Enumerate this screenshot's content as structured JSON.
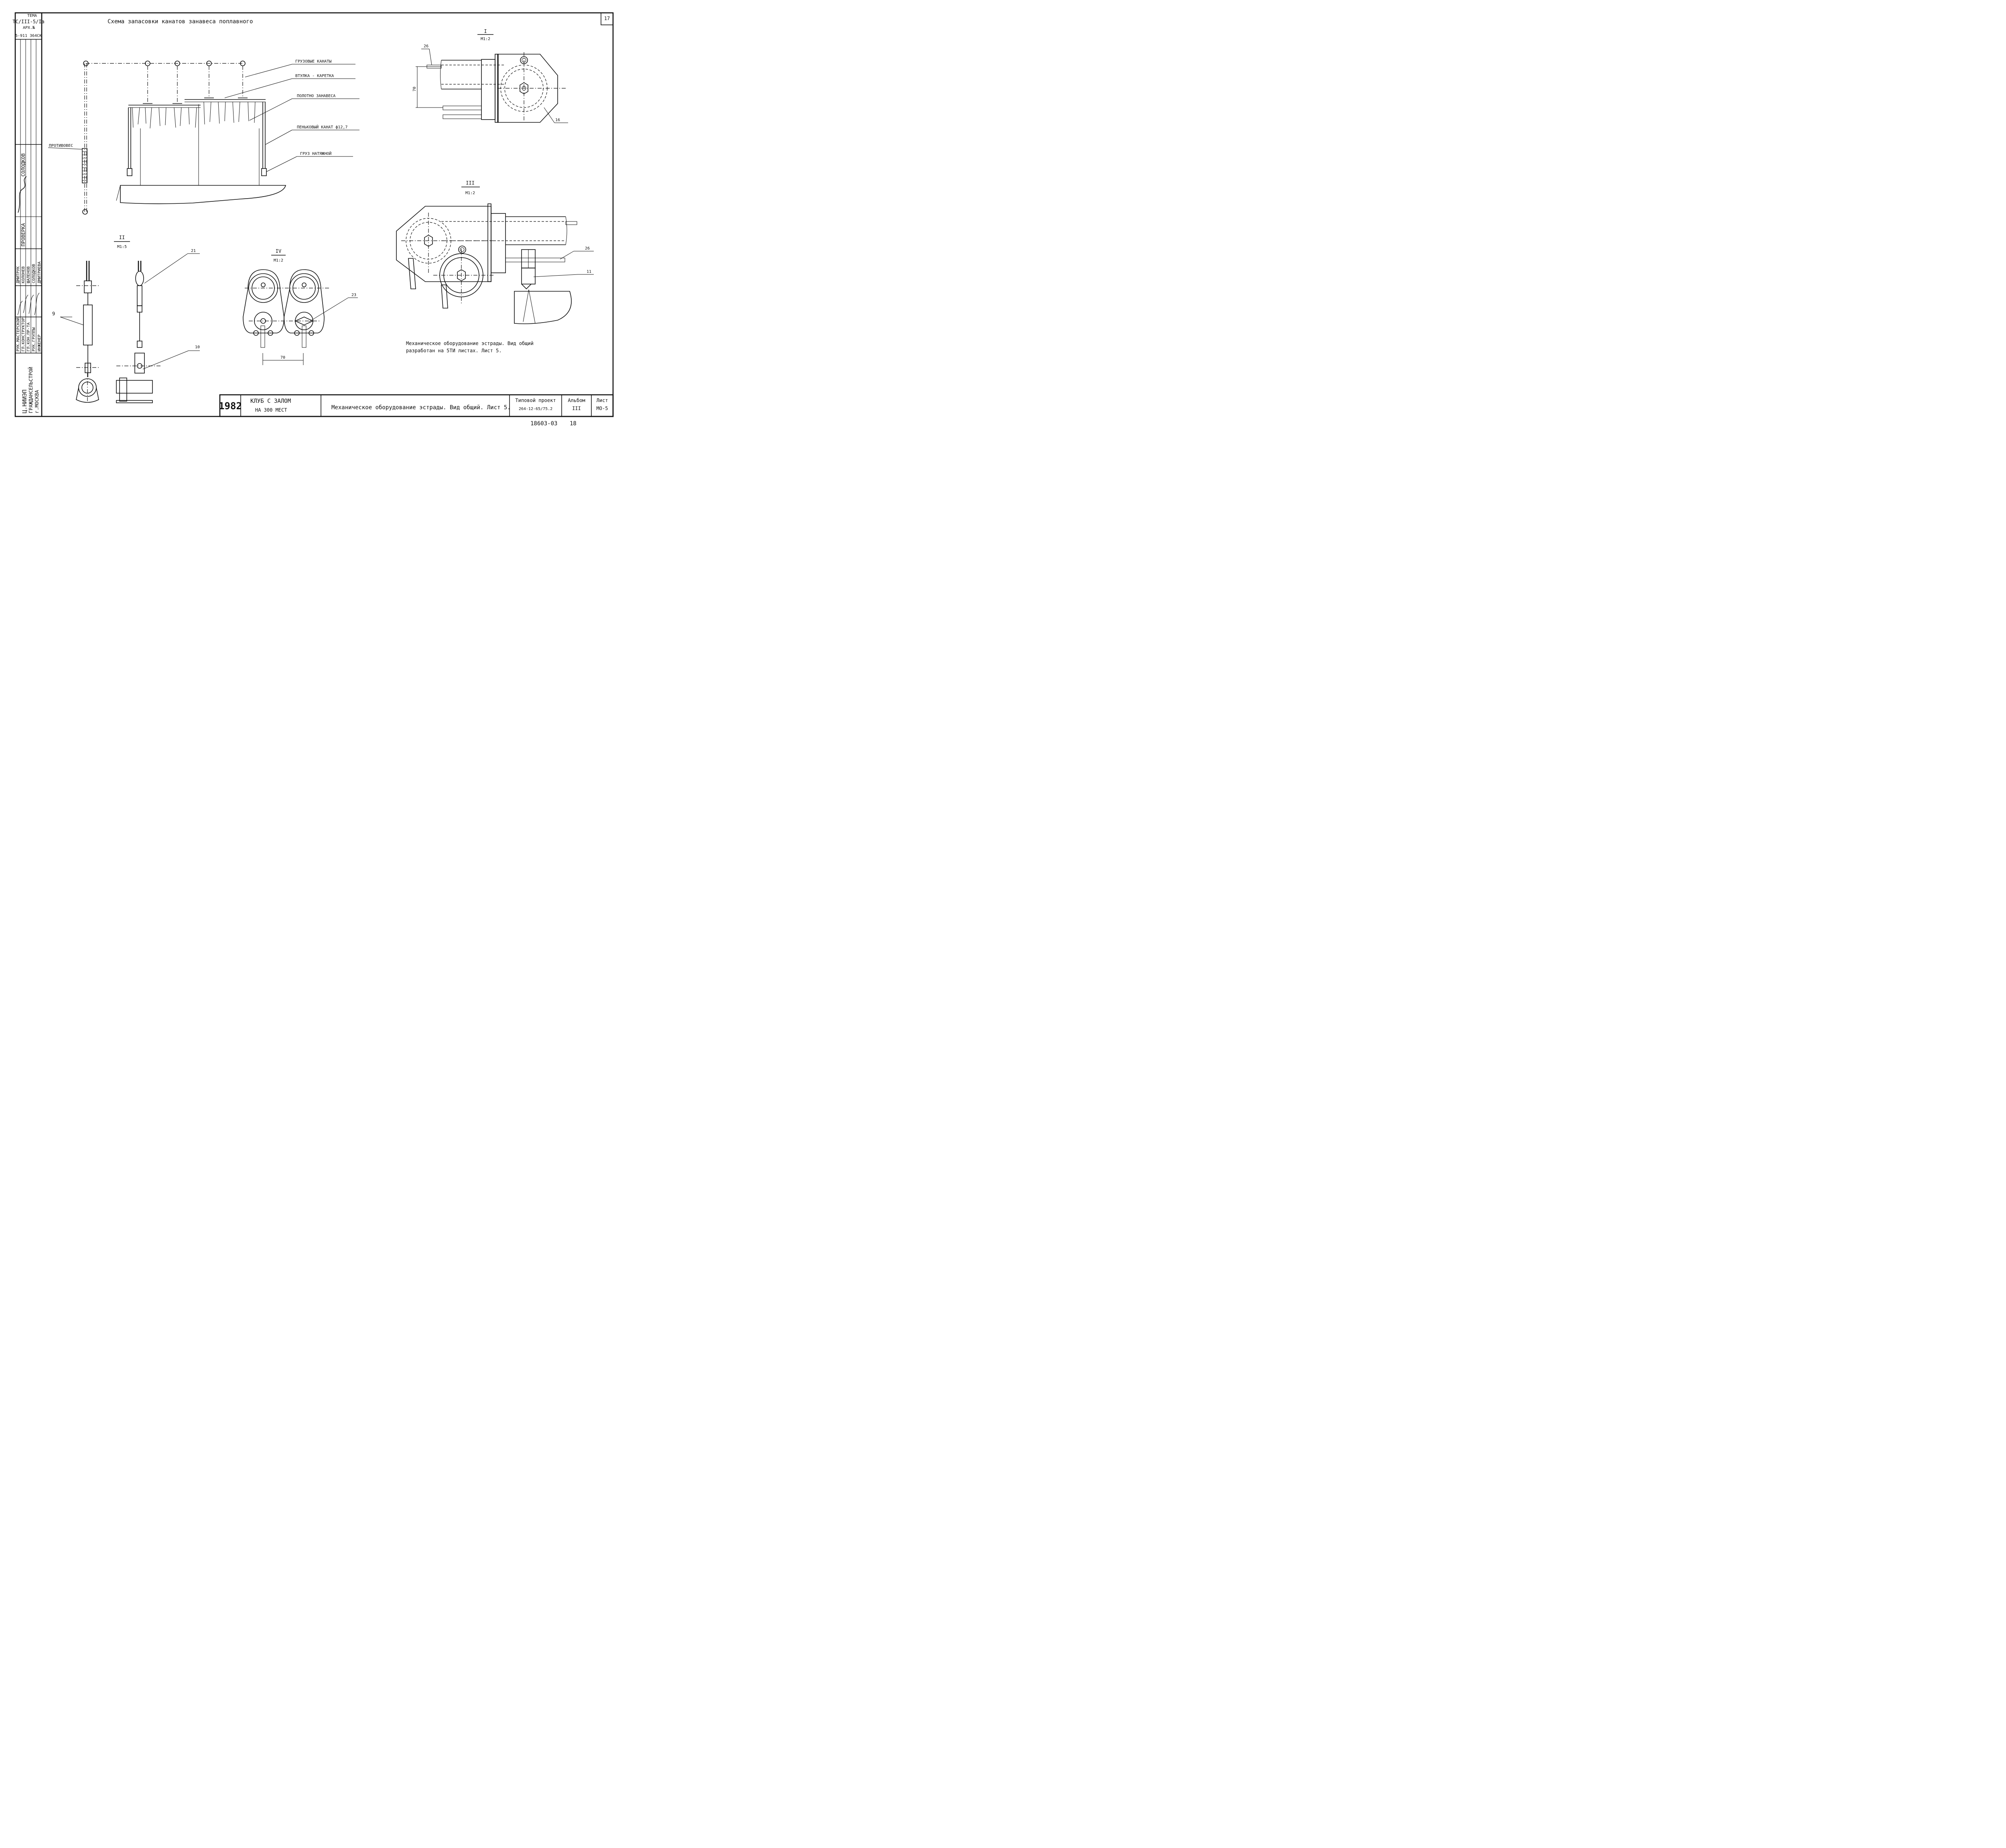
{
  "stamp": {
    "tema_label": "ТЕМА",
    "tema_code": "ТС/III-5/Iа",
    "arch": "АРХ.№",
    "code": "5-911 364СК"
  },
  "sheet_corner_number": "17",
  "scheme_title": "Схема запасовки канатов занавеса поплавного",
  "callouts": {
    "cargo_ropes": "ГРУЗОВЫЕ КАНАТЫ",
    "bushing_carriage": "ВТУЛКА - КАРЕТКА",
    "curtain_fabric": "ПОЛОТНО ЗАНАВЕСА",
    "hemp_rope": "ПЕНЬКОВЫЙ КАНАТ ф12,7",
    "tension_weight": "ГРУЗ НАТЯЖНОЙ",
    "counterweight": "ПРОТИВОВЕС"
  },
  "views": {
    "v1": {
      "numeral": "I",
      "scale": "М1:2"
    },
    "v2": {
      "numeral": "II",
      "scale": "М1:5"
    },
    "v3": {
      "numeral": "III",
      "scale": "М1:2"
    },
    "v4": {
      "numeral": "IV",
      "scale": "М1:2"
    }
  },
  "positions": {
    "p26a": "26",
    "p16": "16",
    "dim70a": "70",
    "p21": "21",
    "p9": "9",
    "p10": "10",
    "p23": "23",
    "dim70b": "70",
    "p26b": "26",
    "p11": "11"
  },
  "note_line1": "Механическое оборудование эстрады. Вид общий",
  "note_line2": "разработан на 5ТИ листах. Лист 5.",
  "signatures": {
    "roles": [
      "РУК.МАСТЕРСКОЙ",
      "ГЛ.КОНСТРУКТОР",
      "ГЛ.КОН.ПР-ТА",
      "РУК.ГРУППЫ",
      "ИНЖЕНЕР"
    ],
    "names": [
      "ДМИТРУК",
      "КОЛОНЕВ",
      "ШАЛЕНОВ",
      "СОЛОДКОВ",
      "ДМИТРИЕВА"
    ],
    "check_label": "ПРОВЕРКА",
    "check_name": "СОЛОДКОВ"
  },
  "org": {
    "line1": "Ц.НИИЭП",
    "line2": "ГРАЖДАНСЕЛЬСТРОЙ",
    "line3": "г.МОСКВА"
  },
  "title_block": {
    "year": "1982",
    "object_line1": "КЛУБ С ЗАЛОМ",
    "object_line2": "НА 300 МЕСТ",
    "sheet_title": "Механическое оборудование эстрады. Вид общий. Лист 5.",
    "project_label": "Типовой проект",
    "project_code": "264-12-65/75.2",
    "album_label": "Альбом",
    "album_value": "III",
    "sheet_label": "Лист",
    "sheet_value": "МО-5"
  },
  "footer": {
    "inventory": "18603-03",
    "page": "18"
  }
}
